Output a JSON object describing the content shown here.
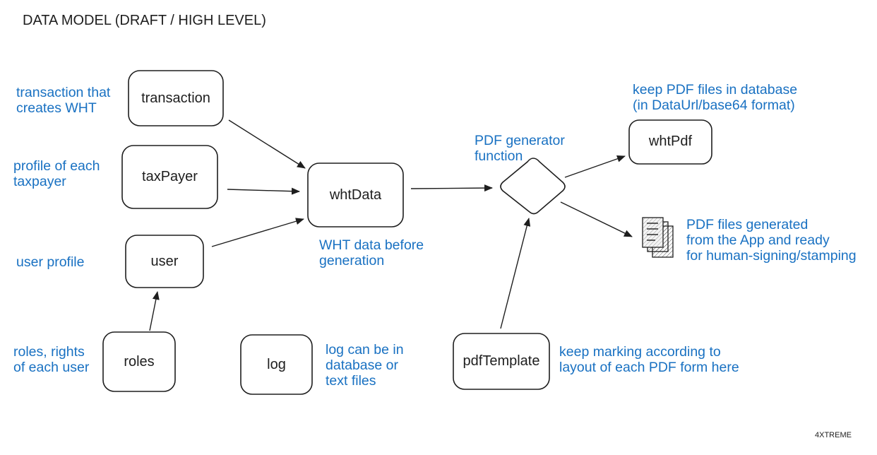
{
  "title": "DATA MODEL (DRAFT / HIGH LEVEL)",
  "nodes": {
    "transaction": "transaction",
    "taxPayer": "taxPayer",
    "user": "user",
    "roles": "roles",
    "log": "log",
    "whtData": "whtData",
    "whtPdf": "whtPdf",
    "pdfTemplate": "pdfTemplate"
  },
  "notes": {
    "transaction": "transaction that\ncreates WHT",
    "taxPayer": "profile of each\ntaxpayer",
    "user": "user profile",
    "roles": "roles, rights\nof each user",
    "log": "log can be in\ndatabase or\ntext files",
    "whtData": "WHT data before\ngeneration",
    "generator": "PDF generator\nfunction",
    "whtPdf": "keep PDF files in database\n(in DataUrl/base64 format)",
    "files": "PDF files generated\nfrom the App and ready\nfor human-signing/stamping",
    "pdfTemplate": "keep marking according to\nlayout of each PDF form here"
  },
  "icons": {
    "generator": "diamond-decision-icon",
    "files": "documents-stack-icon"
  },
  "colors": {
    "ink": "#1e1e1e",
    "note": "#1971c2"
  },
  "watermark": "4XTREME"
}
